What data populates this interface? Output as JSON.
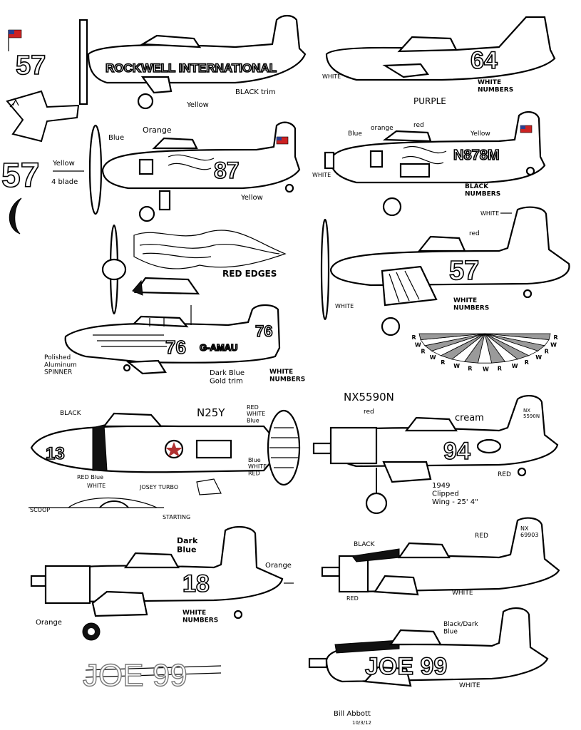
{
  "colors": {
    "ink": "#000000",
    "paper": "#ffffff",
    "flag_red": "#cc2222",
    "flag_blue": "#2a3f8f",
    "shading_grey": "#9a9a9a",
    "roundel_red": "#b03030"
  },
  "top_left": {
    "race_number_small": "57",
    "race_number_large": "57"
  },
  "plane_rockwell": {
    "fuselage_text": "ROCKWELL INTERNATIONAL",
    "note_trim": "BLACK trim",
    "note_color": "Yellow"
  },
  "plane_64": {
    "race_number": "64",
    "note_numbers": "WHITE\nNUMBERS",
    "note_color": "PURPLE",
    "note_spinner": "WHITE"
  },
  "plane_87": {
    "race_number": "87",
    "note_blue": "Blue",
    "note_orange": "Orange",
    "note_yellow_prop": "Yellow",
    "note_blades": "4 blade",
    "note_yellow_tail": "Yellow"
  },
  "plane_n878m": {
    "registration": "N878M",
    "note_blue": "Blue",
    "note_orange": "orange",
    "note_red": "red",
    "note_yellow": "Yellow",
    "note_white": "WHITE",
    "note_numbers": "BLACK\nNUMBERS"
  },
  "flames_detail": {
    "label": "RED EDGES"
  },
  "plane_57": {
    "race_number": "57",
    "note_white_tail": "WHITE",
    "note_red": "red",
    "note_white_prop": "WHITE",
    "note_numbers": "WHITE\nNUMBERS",
    "fan_labels": [
      "R",
      "W",
      "R",
      "W",
      "R",
      "W",
      "R",
      "W",
      "R",
      "W",
      "R",
      "W",
      "R",
      "W",
      "R"
    ]
  },
  "plane_76": {
    "race_number": "76",
    "tail_number": "76",
    "name": "G-AMAU",
    "note_spinner": "Polished\nAluminum\nSPINNER",
    "note_color": "Dark Blue\nGold trim",
    "note_numbers": "WHITE\nNUMBERS"
  },
  "plane_n25y": {
    "registration": "N25Y",
    "race_number": "13",
    "note_black": "BLACK",
    "note_rwb": "RED\nWHITE\nBlue",
    "note_bwr": "Blue\nWHITE\nRED",
    "note_red_blue": "RED   Blue",
    "note_white": "WHITE",
    "sketch_notes": [
      "JOSEY TURBO",
      "SCOOP",
      "STARTING"
    ]
  },
  "plane_94": {
    "registration": "NX5590N",
    "race_number": "94",
    "tail_registration": "NX\n5590N",
    "note_red": "red",
    "note_cream": "cream",
    "note_red_tail": "RED",
    "note_spec": "1949\nClipped\nWing - 25' 4\""
  },
  "plane_18": {
    "race_number": "18",
    "note_dark_blue": "Dark\nBlue",
    "note_orange_tail": "Orange",
    "note_orange_nose": "Orange",
    "note_numbers": "WHITE\nNUMBERS"
  },
  "plane_nx_bottom": {
    "tail_registration": "NX\n69903",
    "note_black": "BLACK",
    "note_red": "RED",
    "note_red_cowl": "RED",
    "note_white": "WHITE"
  },
  "plane_joe99": {
    "name": "JOE 99",
    "sketch_name": "JOE 99",
    "note_color": "Black/Dark\nBlue",
    "note_white": "WHITE"
  },
  "signature": {
    "name": "Bill Abbott",
    "date": "10/3/12"
  }
}
